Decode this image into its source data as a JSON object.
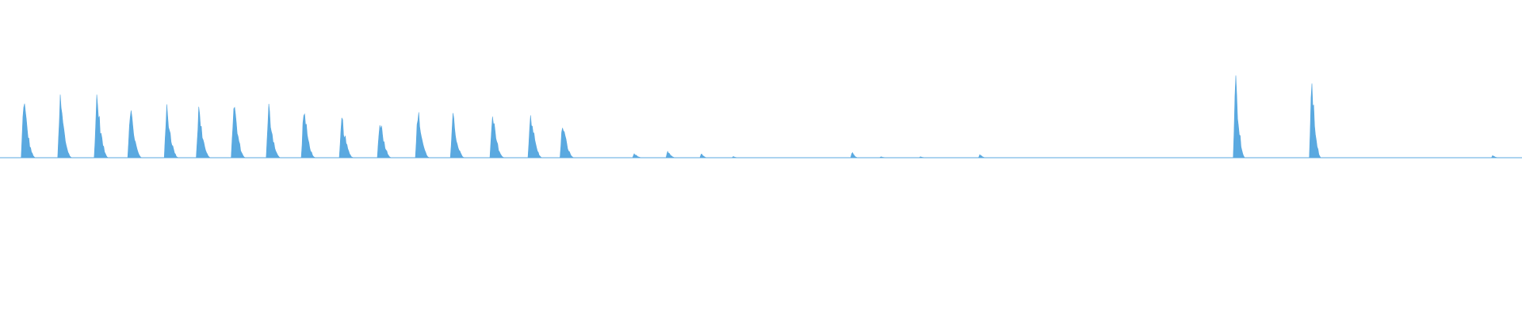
{
  "waveform": {
    "color": "#5aa9e0",
    "background": "#ffffff",
    "duration_fraction_note": "",
    "bursts": [
      {
        "t": 0.016,
        "amp": 0.55,
        "dur": 0.006
      },
      {
        "t": 0.04,
        "amp": 0.54,
        "dur": 0.006
      },
      {
        "t": 0.064,
        "amp": 0.57,
        "dur": 0.006
      },
      {
        "t": 0.086,
        "amp": 0.48,
        "dur": 0.006
      },
      {
        "t": 0.11,
        "amp": 0.46,
        "dur": 0.006
      },
      {
        "t": 0.131,
        "amp": 0.45,
        "dur": 0.006
      },
      {
        "t": 0.154,
        "amp": 0.51,
        "dur": 0.006
      },
      {
        "t": 0.177,
        "amp": 0.46,
        "dur": 0.006
      },
      {
        "t": 0.2,
        "amp": 0.45,
        "dur": 0.006
      },
      {
        "t": 0.225,
        "amp": 0.36,
        "dur": 0.006
      },
      {
        "t": 0.25,
        "amp": 0.37,
        "dur": 0.006
      },
      {
        "t": 0.275,
        "amp": 0.43,
        "dur": 0.006
      },
      {
        "t": 0.298,
        "amp": 0.37,
        "dur": 0.006
      },
      {
        "t": 0.324,
        "amp": 0.38,
        "dur": 0.006
      },
      {
        "t": 0.349,
        "amp": 0.42,
        "dur": 0.006
      },
      {
        "t": 0.37,
        "amp": 0.32,
        "dur": 0.006
      },
      {
        "t": 0.417,
        "amp": 0.04,
        "dur": 0.004
      },
      {
        "t": 0.439,
        "amp": 0.06,
        "dur": 0.004
      },
      {
        "t": 0.461,
        "amp": 0.04,
        "dur": 0.003
      },
      {
        "t": 0.482,
        "amp": 0.01,
        "dur": 0.003
      },
      {
        "t": 0.56,
        "amp": 0.05,
        "dur": 0.002
      },
      {
        "t": 0.579,
        "amp": 0.01,
        "dur": 0.002
      },
      {
        "t": 0.605,
        "amp": 0.01,
        "dur": 0.002
      },
      {
        "t": 0.644,
        "amp": 0.03,
        "dur": 0.002
      },
      {
        "t": 0.812,
        "amp": 0.75,
        "dur": 0.005
      },
      {
        "t": 0.862,
        "amp": 0.72,
        "dur": 0.005
      },
      {
        "t": 0.981,
        "amp": 0.02,
        "dur": 0.002
      }
    ]
  }
}
